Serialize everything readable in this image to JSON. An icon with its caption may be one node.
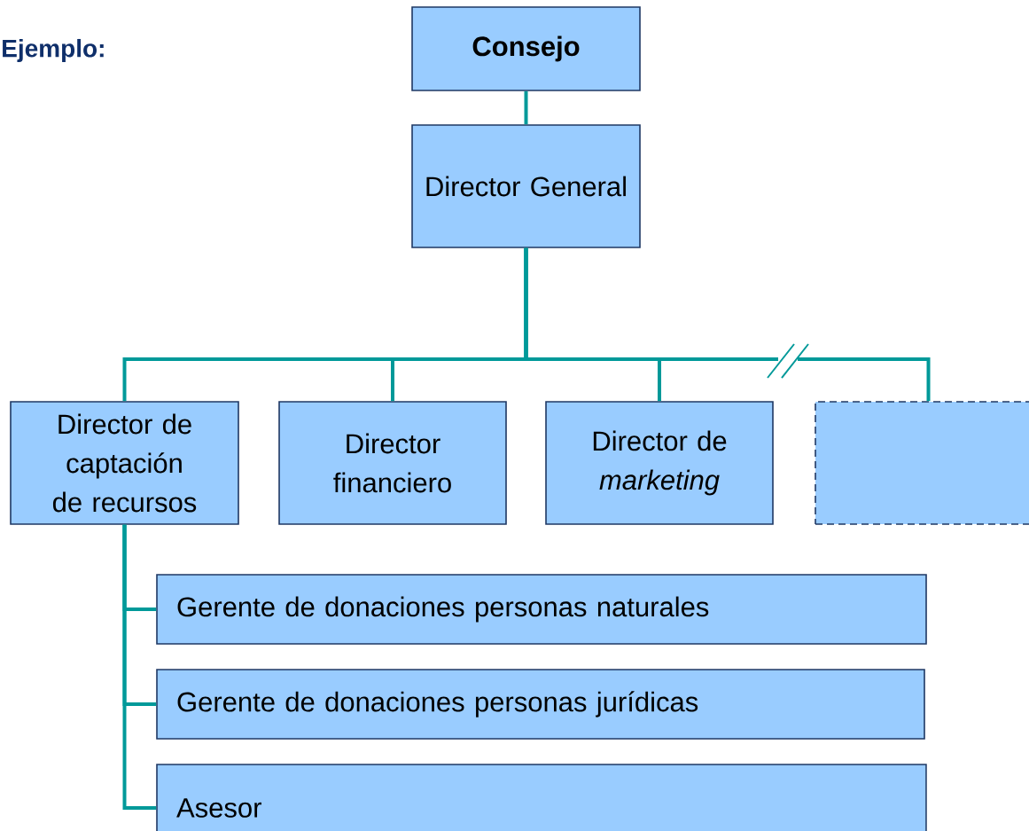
{
  "diagram": {
    "title": "Ejemplo:",
    "nodes": [
      {
        "text": [
          "Consejo"
        ]
      },
      {
        "text": [
          "Director General"
        ]
      },
      {
        "text": [
          "Director de captación de recursos"
        ]
      },
      {
        "text": [
          "Director financiero"
        ]
      },
      {
        "text": [
          "Director de *marketing*"
        ]
      },
      {
        "text": [],
        "shape": "box"
      },
      {
        "text": [
          "Gerente de donaciones personas naturales"
        ]
      },
      {
        "text": [
          "Gerente de donaciones personas jurídicas"
        ]
      },
      {
        "text": [
          "Asesor"
        ]
      }
    ],
    "edges": [
      {
        "from": 0,
        "to": 1,
        "arrow": "none"
      },
      {
        "from": 1,
        "to": 2,
        "arrow": "none"
      },
      {
        "from": 1,
        "to": 3,
        "arrow": "none"
      },
      {
        "from": 1,
        "to": 4,
        "arrow": "none"
      },
      {
        "from": 1,
        "to": 5,
        "arrow": "none"
      },
      {
        "from": 2,
        "to": 6,
        "arrow": "none"
      },
      {
        "from": 2,
        "to": 7,
        "arrow": "none"
      },
      {
        "from": 2,
        "to": 8,
        "arrow": "none"
      }
    ]
  }
}
